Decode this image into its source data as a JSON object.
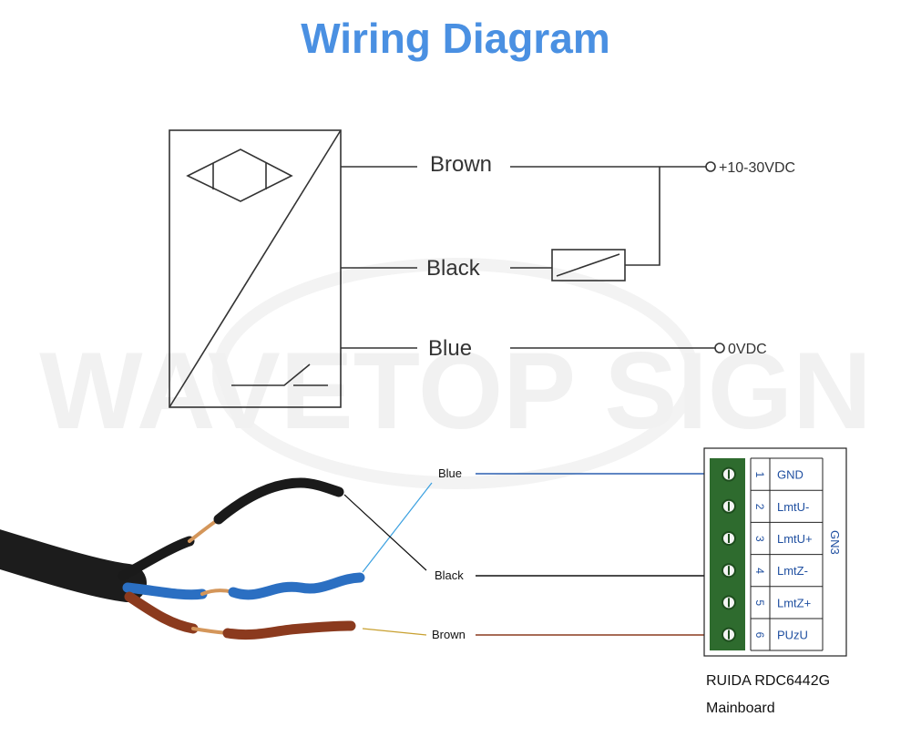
{
  "title": "Wiring Diagram",
  "watermark": "WAVETOP SIGN",
  "schematic": {
    "wire_labels": {
      "brown": "Brown",
      "black": "Black",
      "blue": "Blue"
    },
    "supply_positive": "+10-30VDC",
    "supply_zero": "0VDC"
  },
  "cable": {
    "labels": {
      "blue": "Blue",
      "black": "Black",
      "brown": "Brown"
    },
    "colors": {
      "blue": "#2b6fc2",
      "black": "#1a1a1a",
      "brown": "#8b3a1e",
      "sheath": "#1c1c1c",
      "copper": "#d4965a"
    }
  },
  "connector": {
    "name": "GN3",
    "pins": [
      {
        "number": "1",
        "name": "GND"
      },
      {
        "number": "2",
        "name": "LmtU-"
      },
      {
        "number": "3",
        "name": "LmtU+"
      },
      {
        "number": "4",
        "name": "LmtZ-"
      },
      {
        "number": "5",
        "name": "LmtZ+"
      },
      {
        "number": "6",
        "name": "PUzU"
      }
    ],
    "terminal_color": "#2e6b2e"
  },
  "board_caption": {
    "line1": "RUIDA RDC6442G",
    "line2": "Mainboard"
  }
}
